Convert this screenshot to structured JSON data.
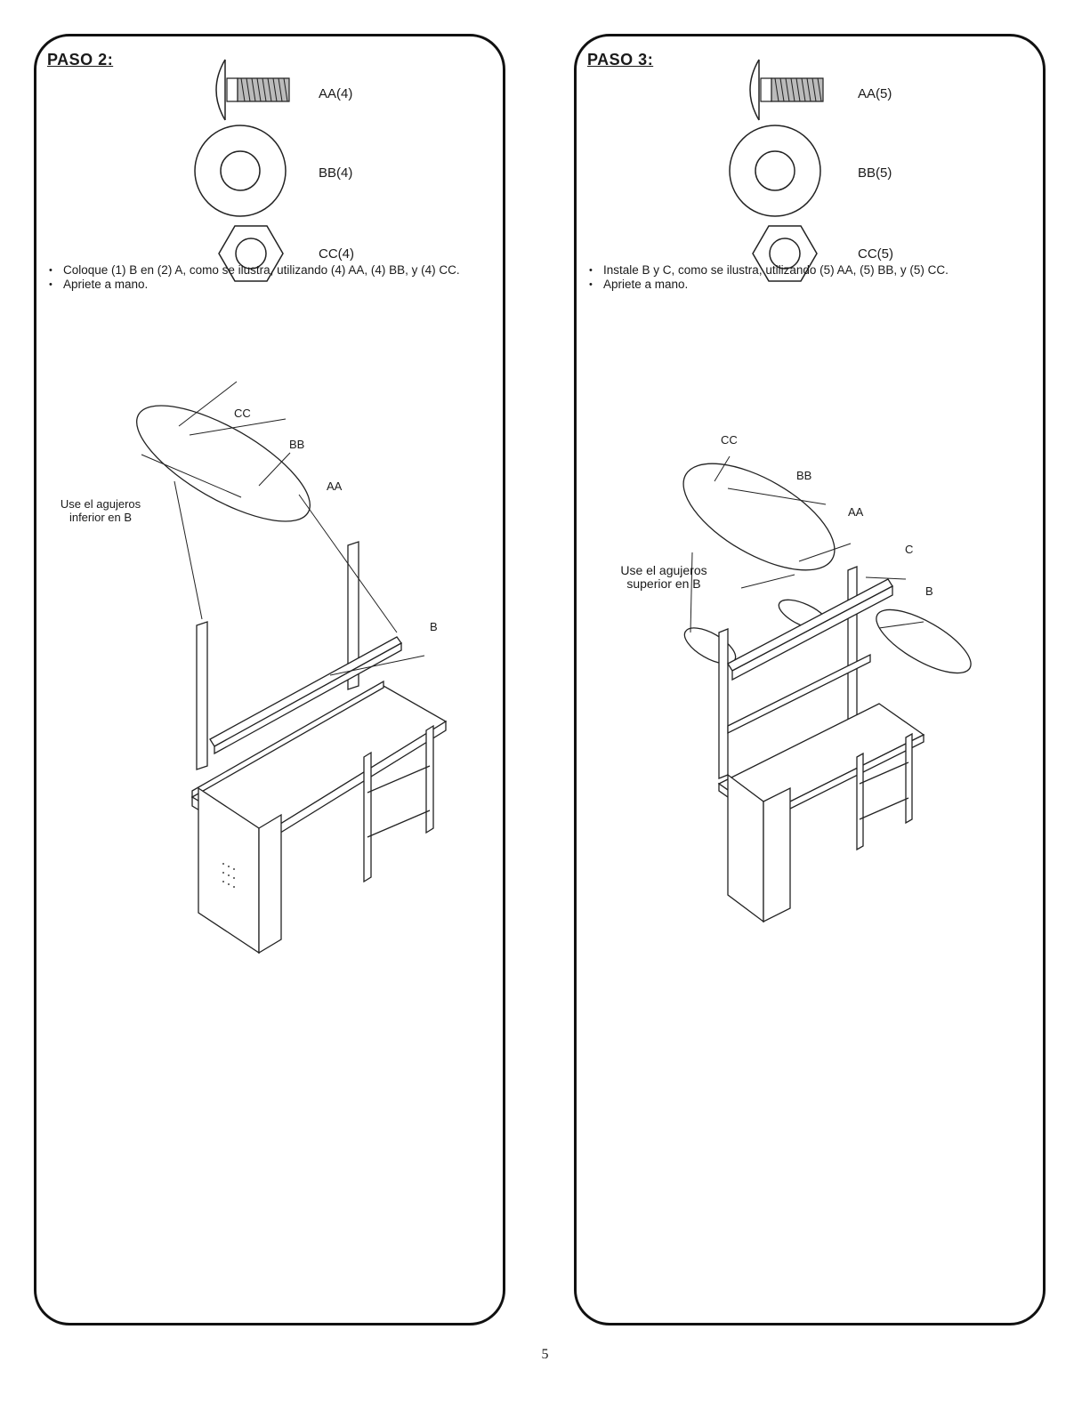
{
  "steps": [
    {
      "title": "PASO 2:",
      "parts": [
        {
          "icon": "carriage-bolt-icon",
          "label": "AA(4)"
        },
        {
          "icon": "washer-icon",
          "label": "BB(4)"
        },
        {
          "icon": "hex-nut-icon",
          "label": "CC(4)"
        }
      ],
      "instructions": [
        "Coloque (1) B en (2) A, como se ilustra, utilizando (4) AA, (4) BB, y (4) CC.",
        "Apriete a mano."
      ],
      "callouts": {
        "cc": "CC",
        "bb": "BB",
        "aa": "AA",
        "b": "B"
      },
      "note": [
        "Use el agujeros",
        "inferior en B"
      ]
    },
    {
      "title": "PASO 3:",
      "parts": [
        {
          "icon": "carriage-bolt-icon",
          "label": "AA(5)"
        },
        {
          "icon": "washer-icon",
          "label": "BB(5)"
        },
        {
          "icon": "hex-nut-icon",
          "label": "CC(5)"
        }
      ],
      "instructions": [
        "Instale B y C, como se ilustra, utilizando (5) AA, (5) BB, y (5) CC.",
        "Apriete a mano."
      ],
      "callouts": {
        "cc": "CC",
        "bb": "BB",
        "aa": "AA",
        "c": "C",
        "b": "B"
      },
      "note": [
        "Use el agujeros",
        "superior en B"
      ]
    }
  ],
  "page_number": "5"
}
